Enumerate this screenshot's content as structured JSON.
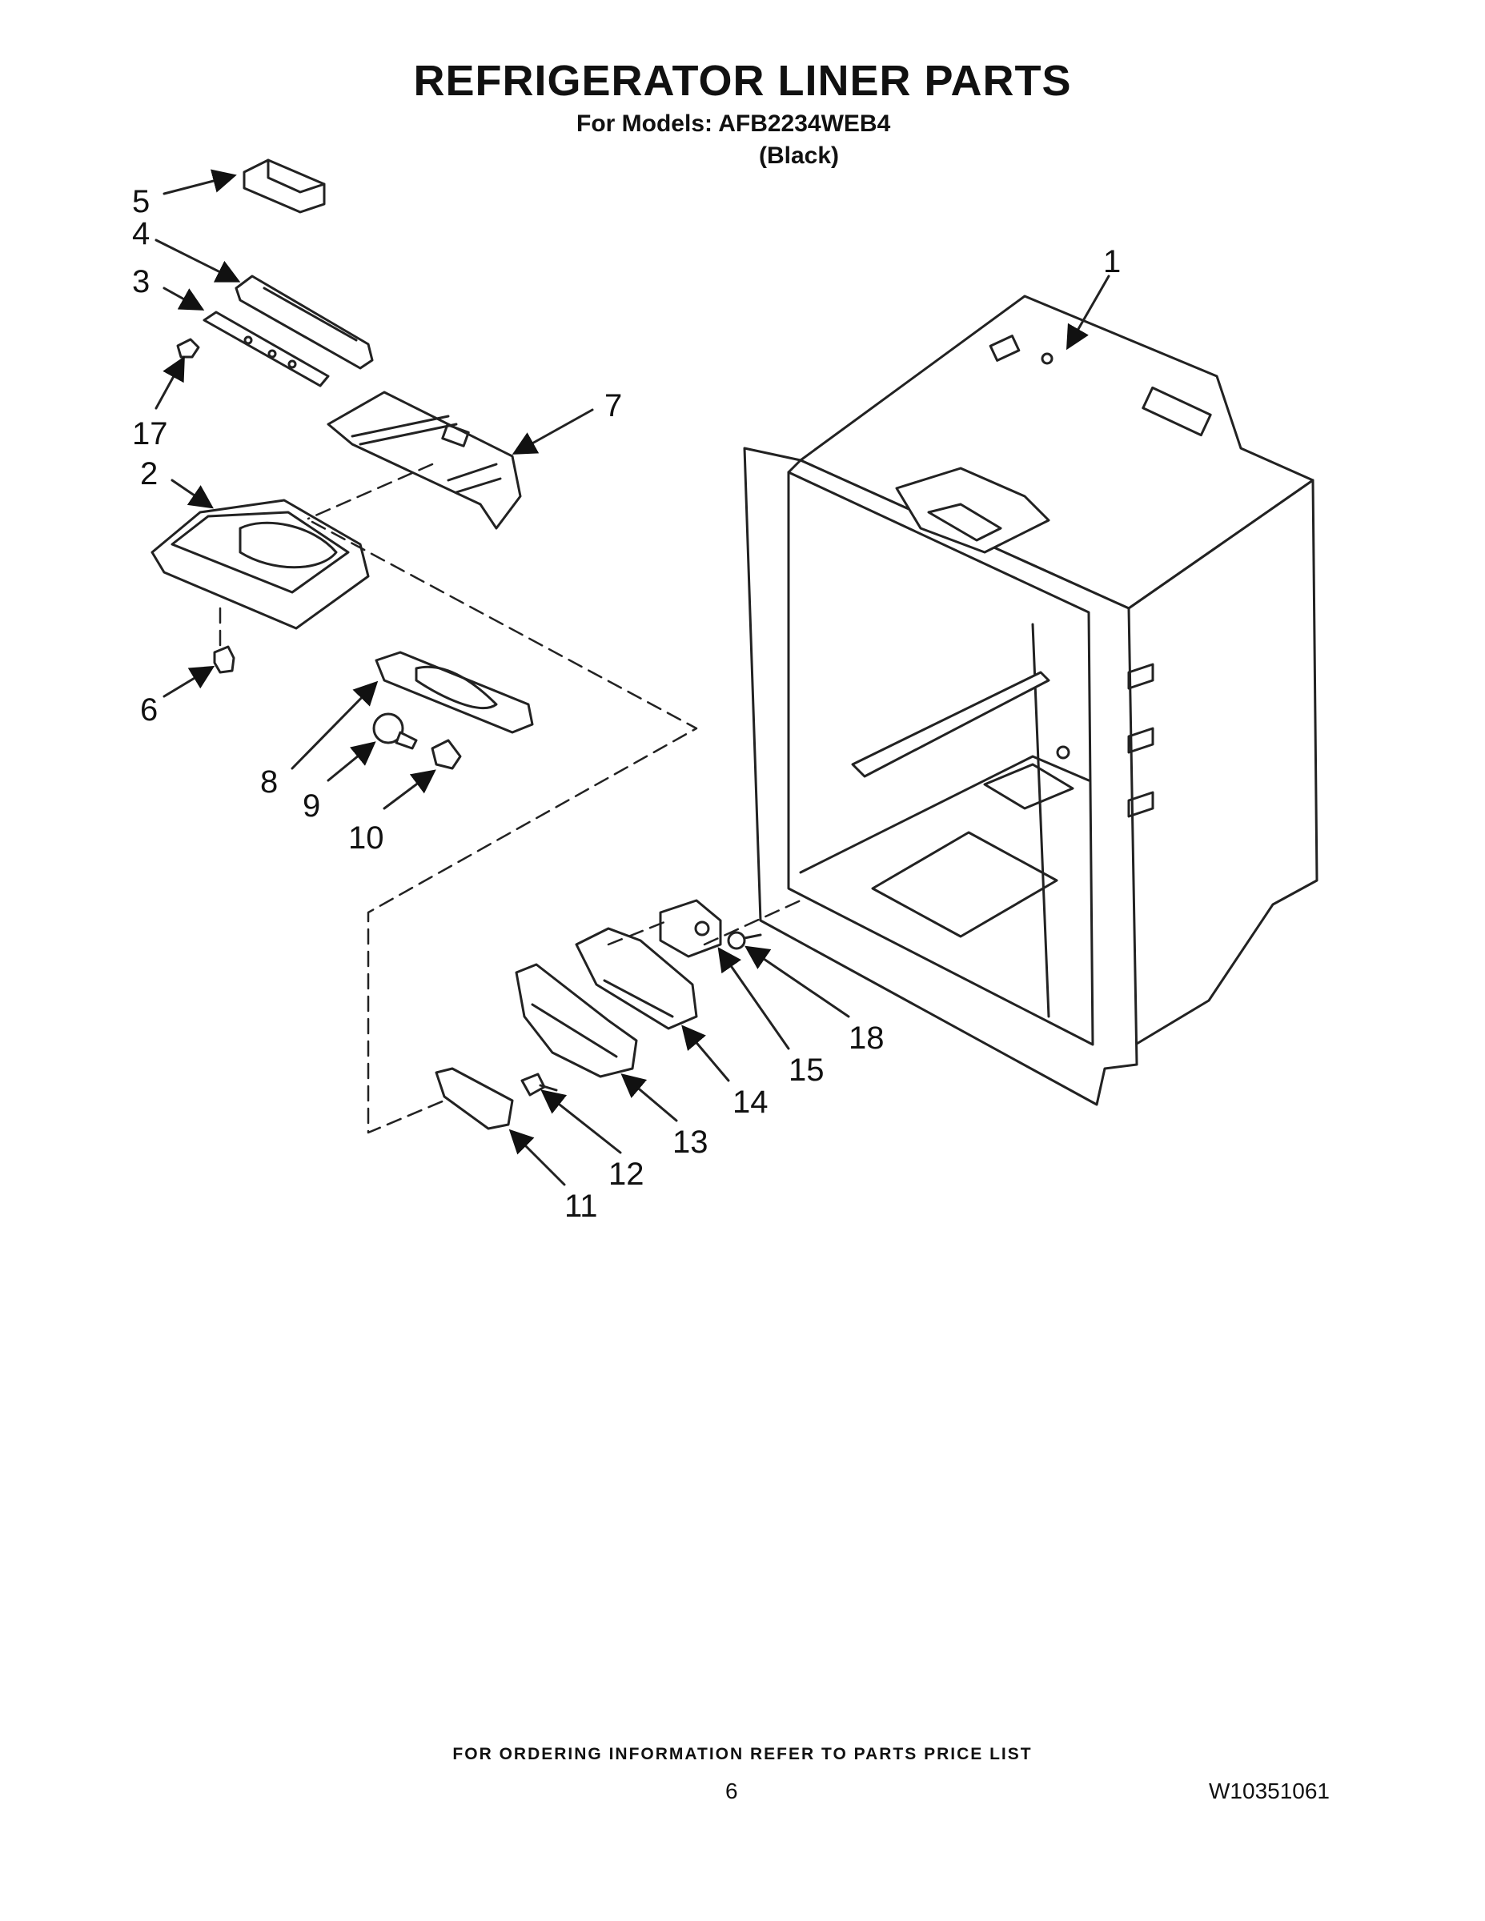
{
  "header": {
    "title": "REFRIGERATOR LINER PARTS",
    "models_line": "For Models: AFB2234WEB4",
    "color_line": "(Black)"
  },
  "callouts": [
    "1",
    "2",
    "3",
    "4",
    "5",
    "6",
    "7",
    "8",
    "9",
    "10",
    "11",
    "12",
    "13",
    "14",
    "15",
    "17",
    "18"
  ],
  "footer": {
    "ordering_note": "FOR ORDERING INFORMATION REFER TO PARTS PRICE LIST",
    "page_number": "6",
    "document_number": "W10351061"
  }
}
